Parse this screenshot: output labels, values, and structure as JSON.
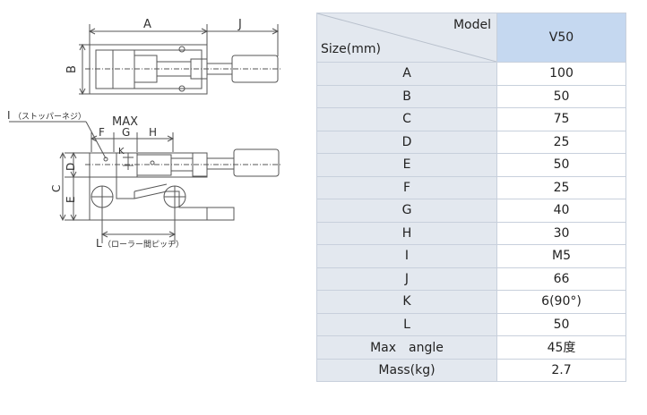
{
  "drawing": {
    "dims_top": [
      "A",
      "J",
      "B"
    ],
    "dims_side": [
      "I",
      "MAX",
      "F",
      "G",
      "H",
      "K",
      "D",
      "C",
      "E",
      "L"
    ],
    "stopper_note": "（ストッパーネジ）",
    "roller_note": "（ローラー間ピッチ）"
  },
  "table": {
    "header_model": "Model",
    "header_size": "Size(mm)",
    "model_name": "V50",
    "rows": [
      {
        "label": "A",
        "value": "100"
      },
      {
        "label": "B",
        "value": "50"
      },
      {
        "label": "C",
        "value": "75"
      },
      {
        "label": "D",
        "value": "25"
      },
      {
        "label": "E",
        "value": "50"
      },
      {
        "label": "F",
        "value": "25"
      },
      {
        "label": "G",
        "value": "40"
      },
      {
        "label": "H",
        "value": "30"
      },
      {
        "label": "I",
        "value": "M5"
      },
      {
        "label": "J",
        "value": "66"
      },
      {
        "label": "K",
        "value": "6(90°)"
      },
      {
        "label": "L",
        "value": "50"
      },
      {
        "label": "Max　angle",
        "value": "45度"
      },
      {
        "label": "Mass(kg)",
        "value": "2.7"
      }
    ]
  }
}
